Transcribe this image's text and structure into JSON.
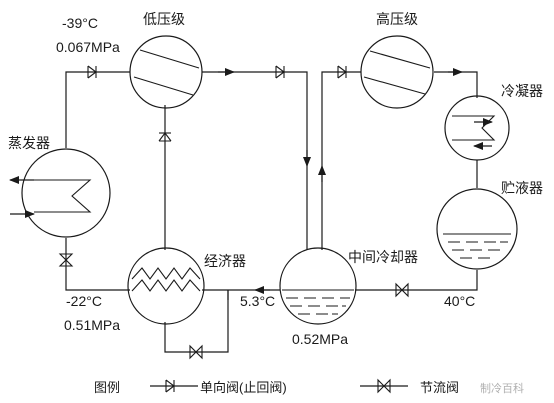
{
  "components": {
    "low_stage": "低压级",
    "high_stage": "高压级",
    "evaporator": "蒸发器",
    "condenser": "冷凝器",
    "receiver": "贮液器",
    "economizer": "经济器",
    "intercooler": "中间冷却器"
  },
  "conditions": {
    "evap_temp": "-39°C",
    "evap_pressure": "0.067MPa",
    "econ_temp": "-22°C",
    "econ_pressure": "0.51MPa",
    "inter_temp": "5.3°C",
    "inter_pressure": "0.52MPa",
    "liquid_temp": "40°C"
  },
  "legend": {
    "title": "图例",
    "check_valve": "单向阀(止回阀)",
    "throttle_valve": "节流阀"
  },
  "watermark": "制冷百科"
}
